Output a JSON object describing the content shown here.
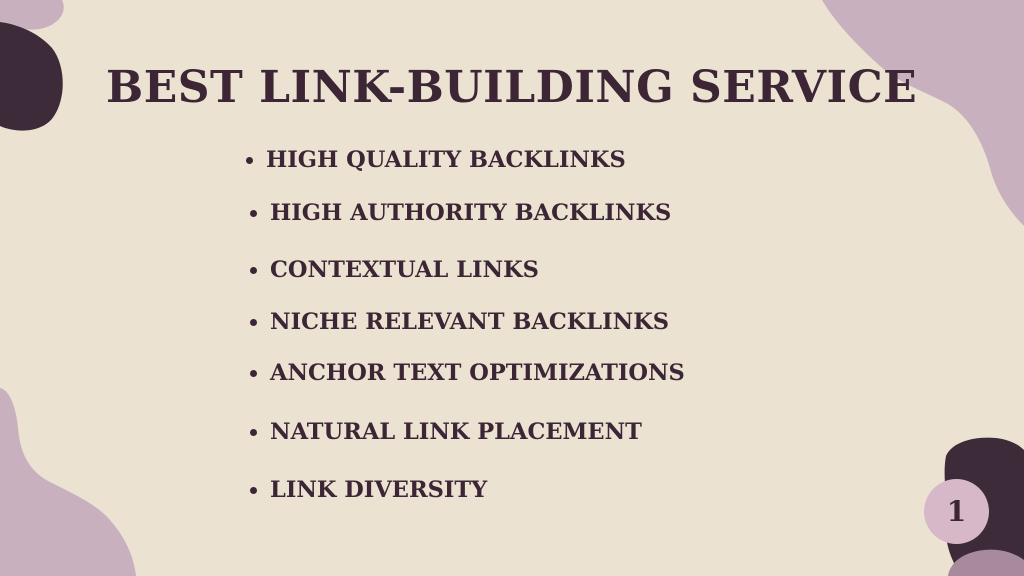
{
  "slide": {
    "title": "BEST LINK-BUILDING SERVICE",
    "bullets": [
      "HIGH QUALITY BACKLINKS",
      "HIGH AUTHORITY BACKLINKS",
      "CONTEXTUAL LINKS",
      "NICHE RELEVANT BACKLINKS",
      "ANCHOR TEXT OPTIMIZATIONS",
      "NATURAL LINK PLACEMENT",
      "LINK DIVERSITY"
    ],
    "page_number": "1"
  },
  "colors": {
    "background": "#ece2d1",
    "text": "#3c2635",
    "dark_plum": "#3e2b3a",
    "mauve": "#c8b0bf",
    "light_mauve": "#d7b8c9",
    "dusty_rose": "#a88a9d"
  }
}
